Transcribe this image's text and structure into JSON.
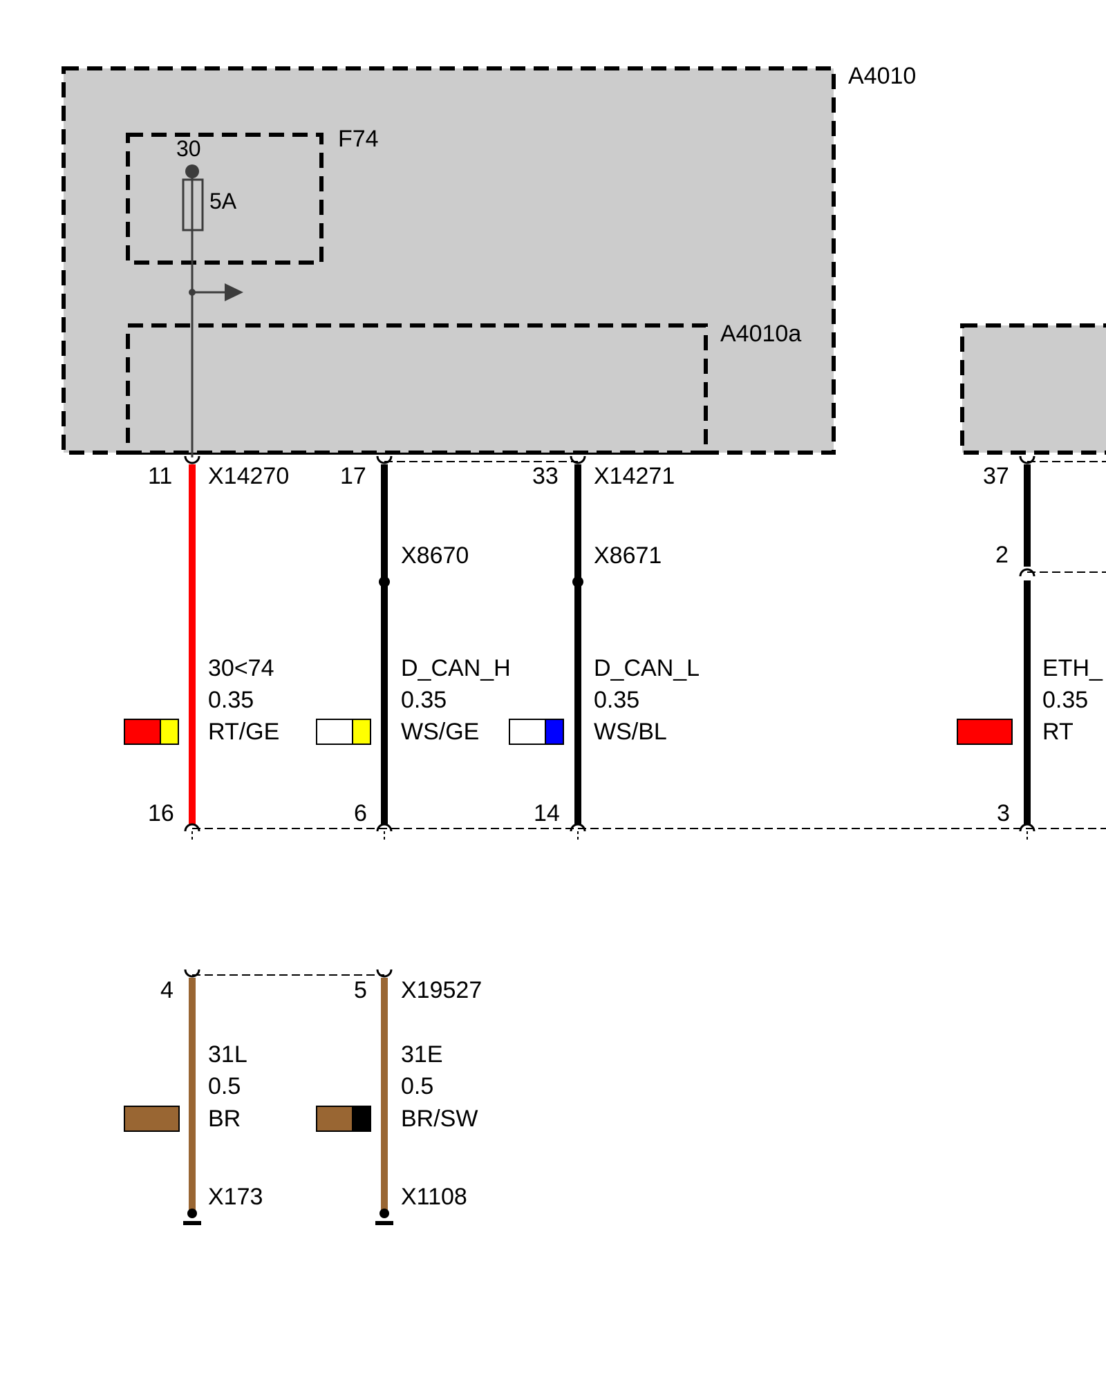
{
  "colors": {
    "module_fill": "#cccccc",
    "border": "#000000",
    "thin_line": "#3c3c3c",
    "wire_red": "#ff0000",
    "wire_black": "#000000",
    "wire_brown": "#996633",
    "swatch_red": "#ff0000",
    "swatch_yellow": "#ffff00",
    "swatch_white": "#ffffff",
    "swatch_blue": "#0000ff",
    "swatch_brown": "#996633",
    "swatch_black": "#000000"
  },
  "modules": {
    "main": "A4010",
    "fuse_box": "F74",
    "sub": "A4010a"
  },
  "fuse": {
    "terminal": "30",
    "rating": "5A"
  },
  "connectors": {
    "x14270": "X14270",
    "x14271": "X14271",
    "x8670": "X8670",
    "x8671": "X8671",
    "x19527": "X19527",
    "x173": "X173",
    "x1108": "X1108"
  },
  "pins": {
    "p11": "11",
    "p17": "17",
    "p33": "33",
    "p37": "37",
    "p2": "2",
    "p16": "16",
    "p6": "6",
    "p14": "14",
    "p3": "3",
    "p4": "4",
    "p5": "5"
  },
  "wires": [
    {
      "signal": "30<74",
      "gauge": "0.35",
      "color_code": "RT/GE"
    },
    {
      "signal": "D_CAN_H",
      "gauge": "0.35",
      "color_code": "WS/GE"
    },
    {
      "signal": "D_CAN_L",
      "gauge": "0.35",
      "color_code": "WS/BL"
    },
    {
      "signal": "ETH_",
      "gauge": "0.35",
      "color_code": "RT"
    },
    {
      "signal": "31L",
      "gauge": "0.5",
      "color_code": "BR"
    },
    {
      "signal": "31E",
      "gauge": "0.5",
      "color_code": "BR/SW"
    }
  ]
}
